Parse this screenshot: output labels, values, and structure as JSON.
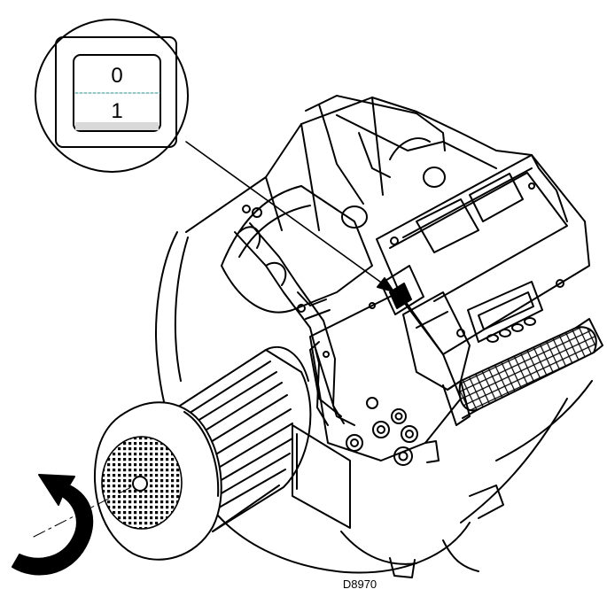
{
  "switch": {
    "label_off": "0",
    "label_on": "1"
  },
  "drawing_code": "D8970",
  "colors": {
    "line": "#000000",
    "paper": "#ffffff",
    "switch_shade": "#d9d9d9",
    "divider": "#2a8f8a"
  }
}
